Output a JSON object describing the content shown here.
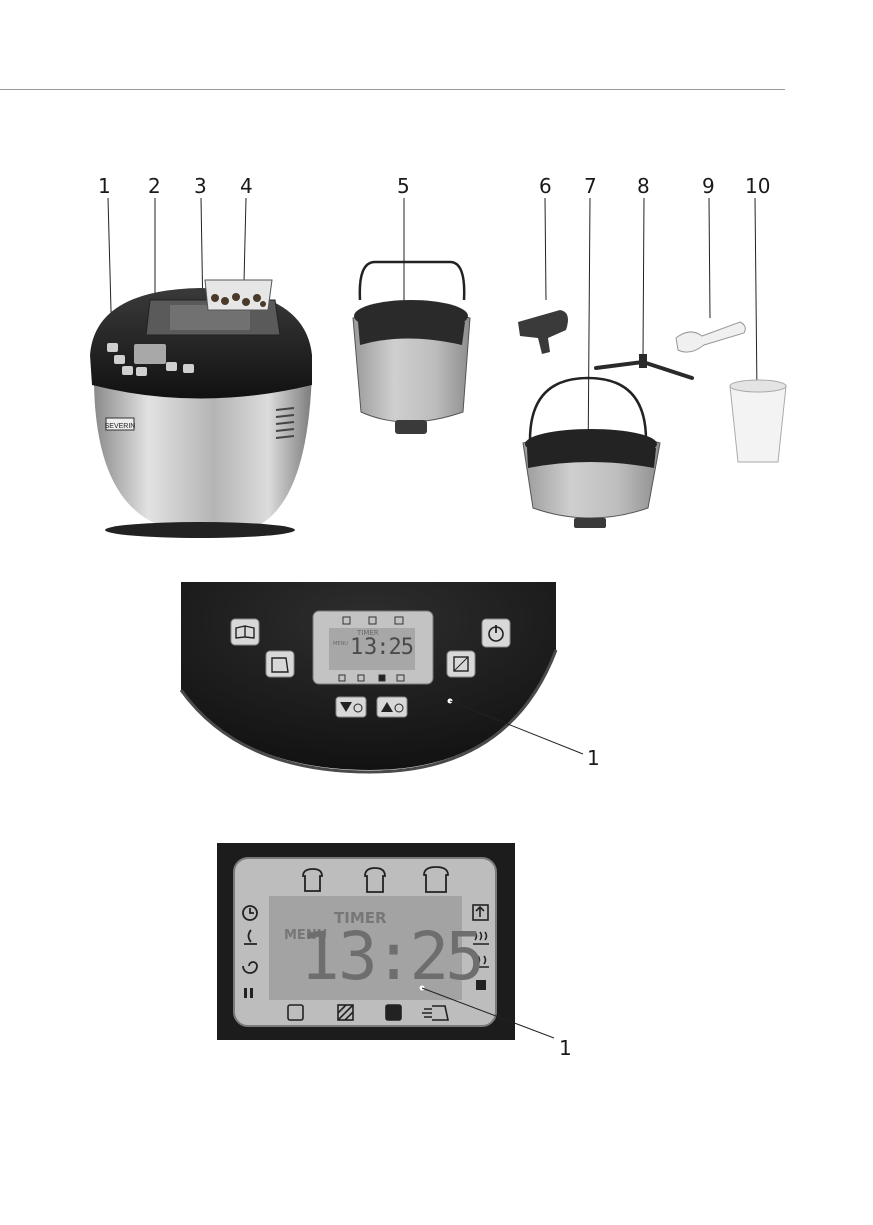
{
  "figure1": {
    "callouts": [
      "1",
      "2",
      "3",
      "4",
      "5",
      "6",
      "7",
      "8",
      "9",
      "10"
    ],
    "panel_badge": "SEVERIN"
  },
  "figure2": {
    "display_label_timer": "TIMER",
    "display_label_menu": "MENU",
    "display_program": "1",
    "display_time": "3:25",
    "callout": "1"
  },
  "figure3": {
    "display_label_timer": "TIMER",
    "display_label_menu": "MENU",
    "display_program": "1",
    "display_time": "3:25",
    "callout": "1"
  },
  "icons": {
    "bread_sizes": [
      "small-loaf-icon",
      "medium-loaf-icon",
      "large-loaf-icon"
    ],
    "left_status": [
      "timer-clock-icon",
      "rise-icon",
      "knead-icon",
      "pause-icon"
    ],
    "right_status": [
      "bake-up-icon",
      "keep-warm-icon",
      "warm-icon",
      "stop-square-icon"
    ],
    "crust": [
      "light-crust-icon",
      "medium-crust-icon",
      "dark-crust-icon",
      "fast-crust-icon"
    ]
  },
  "colors": {
    "panel_dark": "#1c1c1c",
    "lcd": "#b9b9b9",
    "steel": "#c8c8c8",
    "button": "#d6d6d6"
  }
}
